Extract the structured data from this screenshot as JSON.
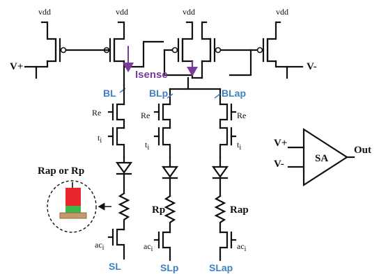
{
  "labels": {
    "vdd": "vdd",
    "v_plus": "V+",
    "v_minus": "V-",
    "isense": "Isense",
    "bl": "BL",
    "blp": "BLp",
    "blap": "BLap",
    "re": "Re",
    "ti_main": "t",
    "ti_sub": "i",
    "rap_or_rp": "Rap or Rp",
    "rp": "Rp",
    "rap": "Rap",
    "ac_main": "ac",
    "ac_sub": "i",
    "sl": "SL",
    "slp": "SLp",
    "slap": "SLap",
    "sa": "SA",
    "sa_in_plus": "V+",
    "sa_in_minus": "V-",
    "sa_out": "Out"
  },
  "colors": {
    "wire": "#111111",
    "node_label_blue": "#3f7fc1",
    "current_purple": "#7a3c9a",
    "mtj_free_layer": "#e8262b",
    "mtj_barrier": "#3cb84a",
    "mtj_fixed_layer": "#c49a6c"
  }
}
